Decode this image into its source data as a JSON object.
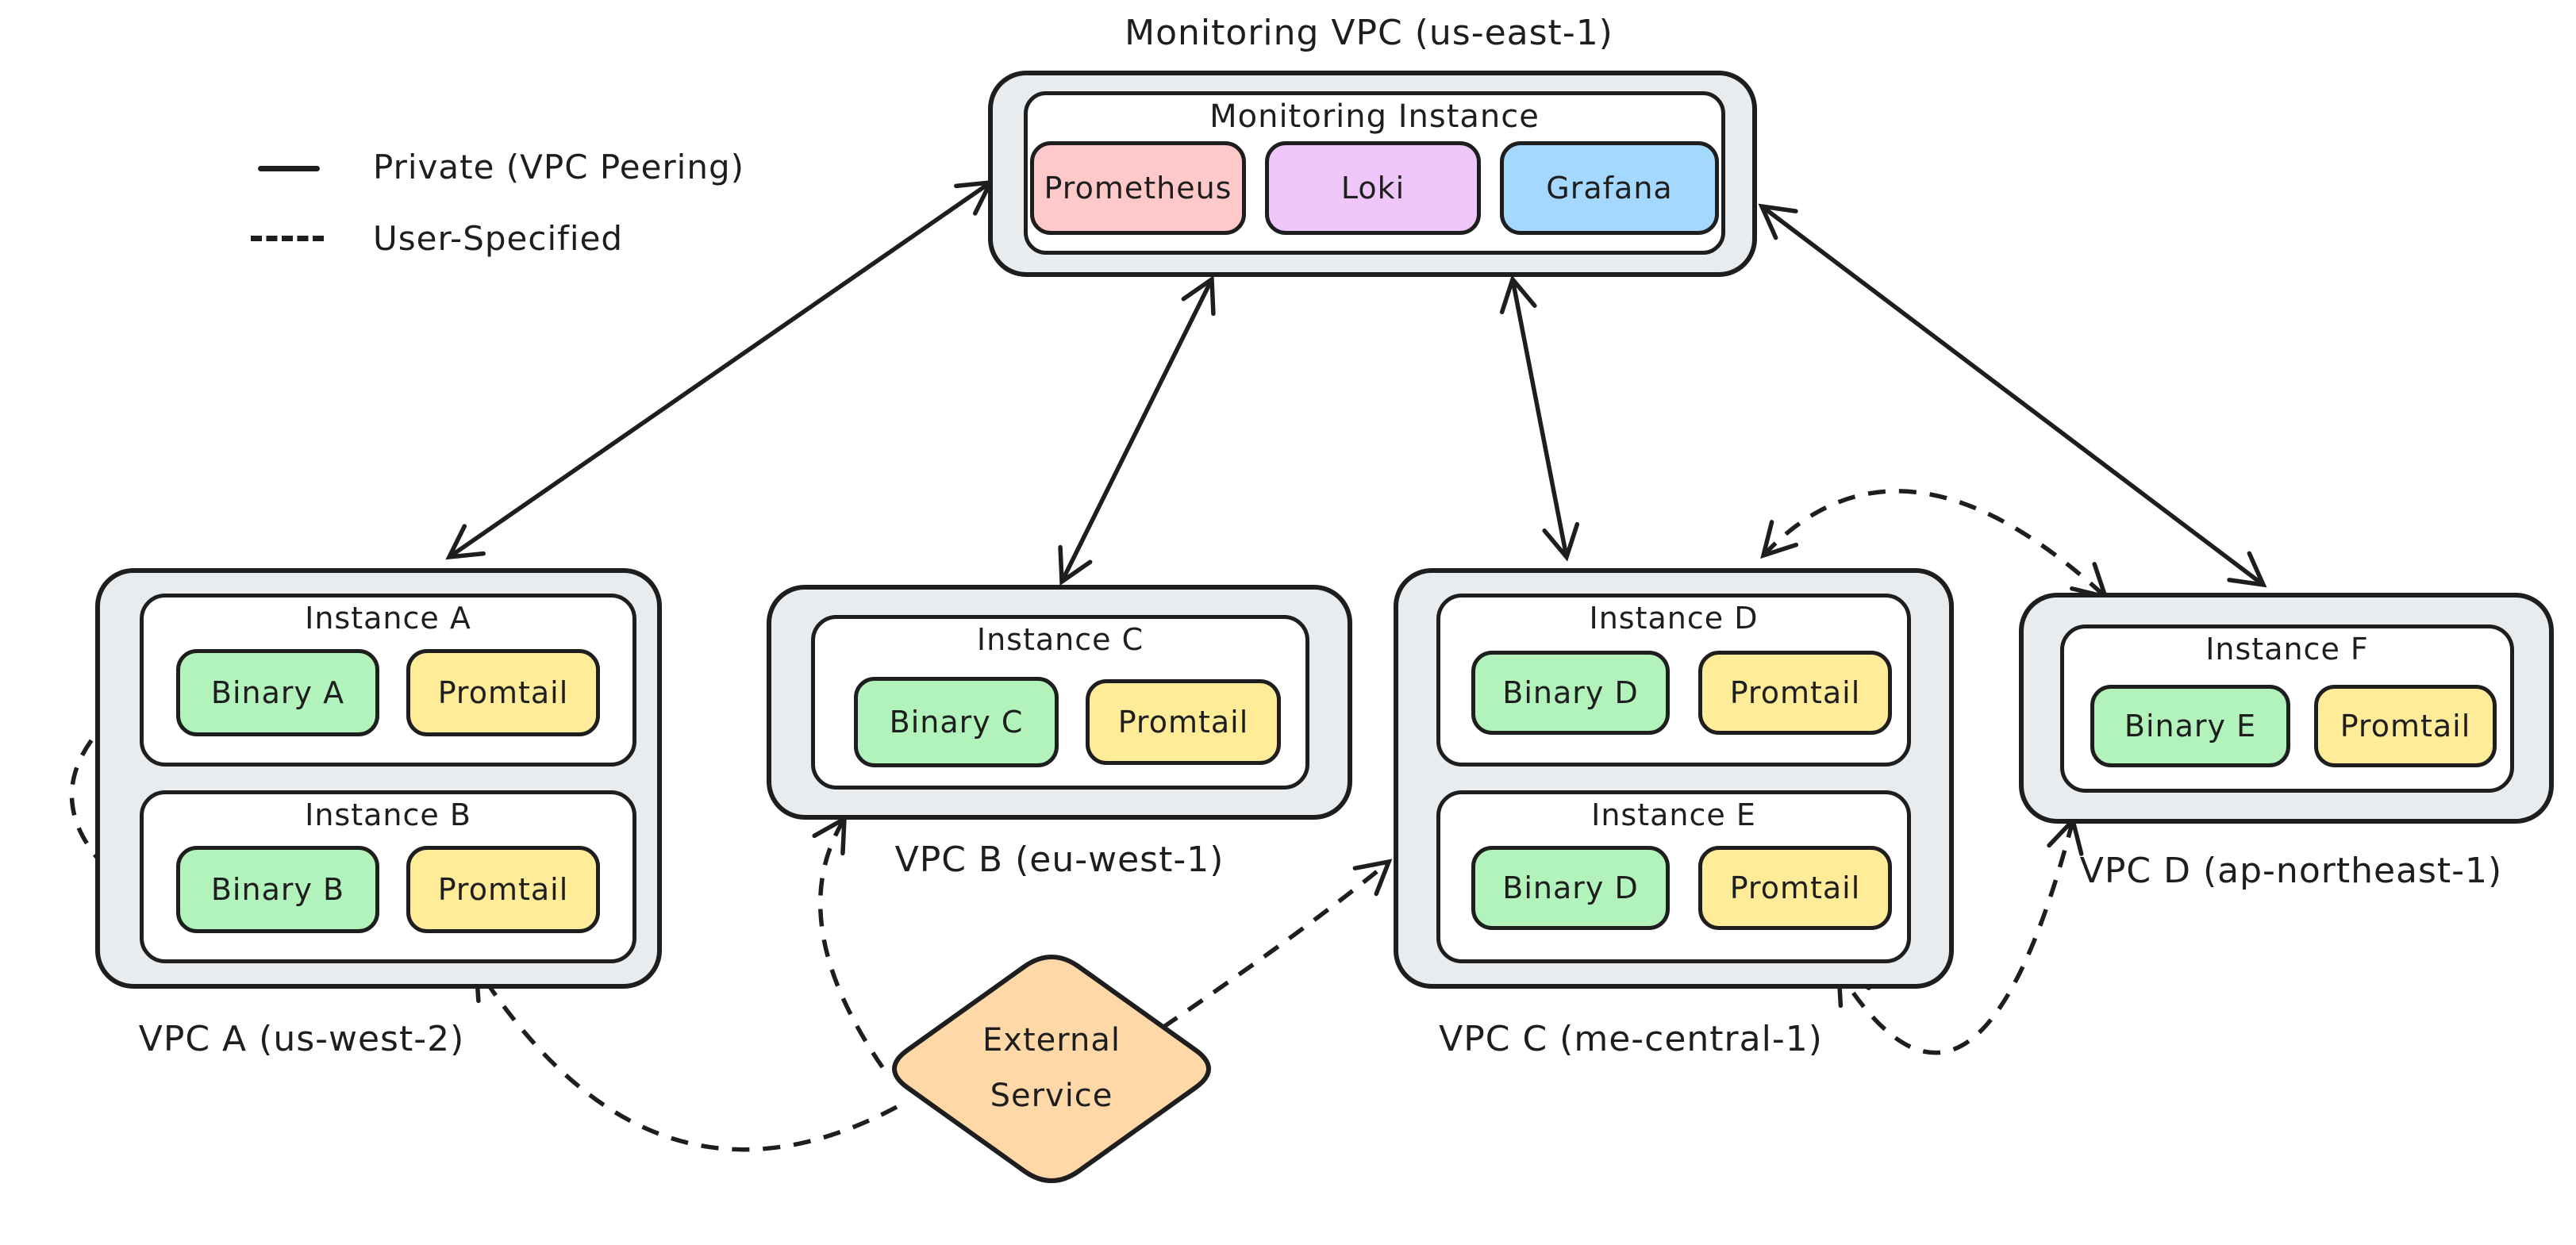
{
  "legend": {
    "items": [
      {
        "style": "solid",
        "label": "Private (VPC Peering)"
      },
      {
        "style": "dashed",
        "label": "User-Specified"
      }
    ]
  },
  "monitoring": {
    "label": "Monitoring VPC (us-east-1)",
    "instance": {
      "label": "Monitoring Instance",
      "services": [
        {
          "label": "Prometheus",
          "color": "pink"
        },
        {
          "label": "Loki",
          "color": "violet"
        },
        {
          "label": "Grafana",
          "color": "blue"
        }
      ]
    }
  },
  "vpcs": [
    {
      "label": "VPC A (us-west-2)",
      "instances": [
        {
          "label": "Instance A",
          "components": [
            {
              "label": "Binary A",
              "color": "green"
            },
            {
              "label": "Promtail",
              "color": "yellow"
            }
          ]
        },
        {
          "label": "Instance B",
          "components": [
            {
              "label": "Binary B",
              "color": "green"
            },
            {
              "label": "Promtail",
              "color": "yellow"
            }
          ]
        }
      ]
    },
    {
      "label": "VPC B (eu-west-1)",
      "instances": [
        {
          "label": "Instance C",
          "components": [
            {
              "label": "Binary C",
              "color": "green"
            },
            {
              "label": "Promtail",
              "color": "yellow"
            }
          ]
        }
      ]
    },
    {
      "label": "VPC C (me-central-1)",
      "instances": [
        {
          "label": "Instance D",
          "components": [
            {
              "label": "Binary D",
              "color": "green"
            },
            {
              "label": "Promtail",
              "color": "yellow"
            }
          ]
        },
        {
          "label": "Instance E",
          "components": [
            {
              "label": "Binary D",
              "color": "green"
            },
            {
              "label": "Promtail",
              "color": "yellow"
            }
          ]
        }
      ]
    },
    {
      "label": "VPC D (ap-northeast-1)",
      "instances": [
        {
          "label": "Instance F",
          "components": [
            {
              "label": "Binary E",
              "color": "green"
            },
            {
              "label": "Promtail",
              "color": "yellow"
            }
          ]
        }
      ]
    }
  ],
  "external": {
    "line1": "External",
    "line2": "Service",
    "color": "orange"
  },
  "connections": [
    {
      "from": "Monitoring Instance",
      "to": "VPC A (Instance A/B)",
      "type": "private-vpc-peering",
      "bidirectional": true
    },
    {
      "from": "Monitoring Instance",
      "to": "VPC B (Instance C)",
      "type": "private-vpc-peering",
      "bidirectional": true
    },
    {
      "from": "Monitoring Instance",
      "to": "VPC C (Instance D/E)",
      "type": "private-vpc-peering",
      "bidirectional": true
    },
    {
      "from": "Monitoring Instance",
      "to": "VPC D (Instance F)",
      "type": "private-vpc-peering",
      "bidirectional": true
    },
    {
      "from": "Instance A",
      "to": "Instance B",
      "type": "user-specified",
      "bidirectional": true
    },
    {
      "from": "External Service",
      "to": "Instance B (VPC A)",
      "type": "user-specified",
      "bidirectional": false
    },
    {
      "from": "External Service",
      "to": "Instance C (VPC B)",
      "type": "user-specified",
      "bidirectional": false
    },
    {
      "from": "External Service",
      "to": "Instance E (VPC C)",
      "type": "user-specified",
      "bidirectional": false
    },
    {
      "from": "Instance D (VPC C)",
      "to": "Instance F (VPC D)",
      "type": "user-specified",
      "bidirectional": true
    },
    {
      "from": "Instance F (VPC D)",
      "to": "Instance E (VPC C)",
      "type": "user-specified",
      "bidirectional": true
    }
  ],
  "colors": {
    "pink": "#ffc9c9",
    "violet": "#eec6fa",
    "blue": "#a5d8ff",
    "green": "#b2f2bb",
    "yellow": "#ffec99",
    "orange": "#ffd8a8",
    "container": "#e9ecef",
    "stroke": "#1e1e1e"
  }
}
